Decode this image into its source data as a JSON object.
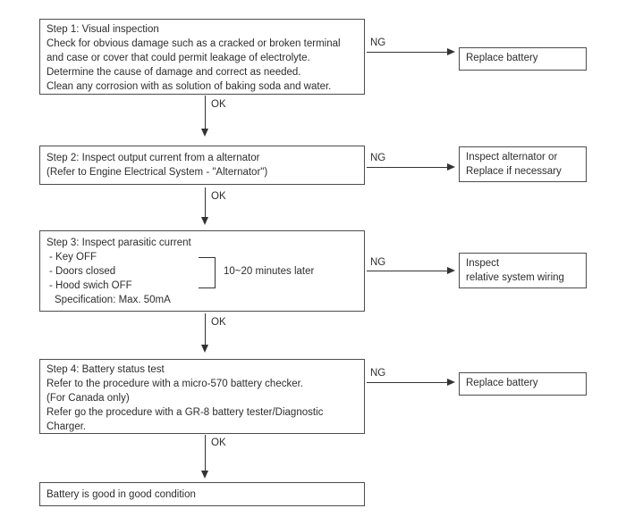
{
  "colors": {
    "background": "#ffffff",
    "line_ink": "#333333",
    "box_border": "#4c4c4c",
    "text": "#2d2d2d"
  },
  "steps": [
    {
      "lines": [
        "Step 1: Visual inspection",
        "Check for obvious damage such as a cracked or broken terminal",
        "and case or cover that could permit leakage of electrolyte.",
        "Determine the cause of damage and correct as needed.",
        "Clean any corrosion with as solution of baking soda and water."
      ],
      "ng_label": "NG",
      "ok_label": "OK",
      "result_lines": [
        "Replace battery"
      ]
    },
    {
      "lines": [
        "Step 2: Inspect output current from a alternator",
        "(Refer to Engine Electrical System - \"Alternator\")"
      ],
      "ng_label": "NG",
      "ok_label": "OK",
      "result_lines": [
        "Inspect alternator or",
        "Replace if necessary"
      ]
    },
    {
      "lines": [
        "Step 3: Inspect parasitic current",
        "- Key OFF",
        "- Doors closed",
        "- Hood swich OFF",
        "Specification: Max. 50mA"
      ],
      "bracket_note": "10~20 minutes later",
      "ng_label": "NG",
      "ok_label": "OK",
      "result_lines": [
        "Inspect",
        "relative system wiring"
      ]
    },
    {
      "lines": [
        "Step 4: Battery status test",
        "Refer to the procedure with a micro-570 battery checker.",
        "(For Canada only)",
        "Refer go the procedure with a GR-8 battery tester/Diagnostic",
        "Charger."
      ],
      "ng_label": "NG",
      "ok_label": "OK",
      "result_lines": [
        "Replace battery"
      ]
    }
  ],
  "final_box": "Battery is good in good condition"
}
